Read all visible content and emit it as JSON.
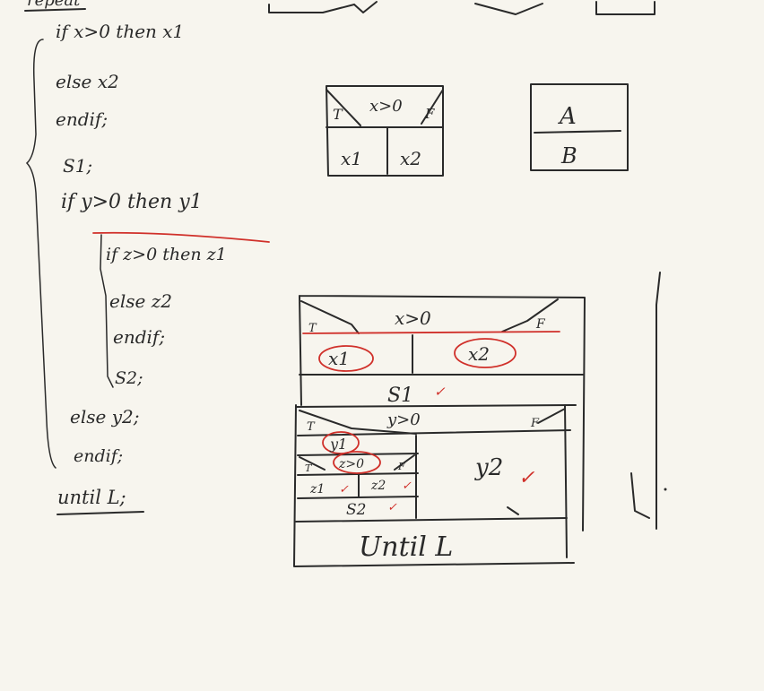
{
  "code": {
    "header": "repeat",
    "lines": [
      "if x>0 then x1",
      "else x2",
      "endif;",
      "S1;",
      "if y>0 then y1",
      "if z>0 then z1",
      "else z2",
      "endif;",
      "S2;",
      "else y2;",
      "endif;",
      "until L;"
    ]
  },
  "small_if_box": {
    "t": "T",
    "f": "F",
    "condition": "x>0",
    "left": "x1",
    "right": "x2"
  },
  "seq_box": {
    "top": "A",
    "bottom": "B"
  },
  "nsd": {
    "cond1": "x>0",
    "t1": "T",
    "f1": "F",
    "x1": "x1",
    "x2": "x2",
    "s1": "S1",
    "cond2": "y>0",
    "t2": "T",
    "f2": "F",
    "y1": "y1",
    "cond3": "z>0",
    "t3": "T",
    "f3": "F",
    "z1": "z1",
    "z2": "z2",
    "s2": "S2",
    "y2": "y2",
    "until": "Until L"
  },
  "marks": {
    "check": "✓"
  },
  "colors": {
    "ink": "#2a2a2a",
    "red": "#d0302a",
    "paper": "#f7f5ee"
  }
}
